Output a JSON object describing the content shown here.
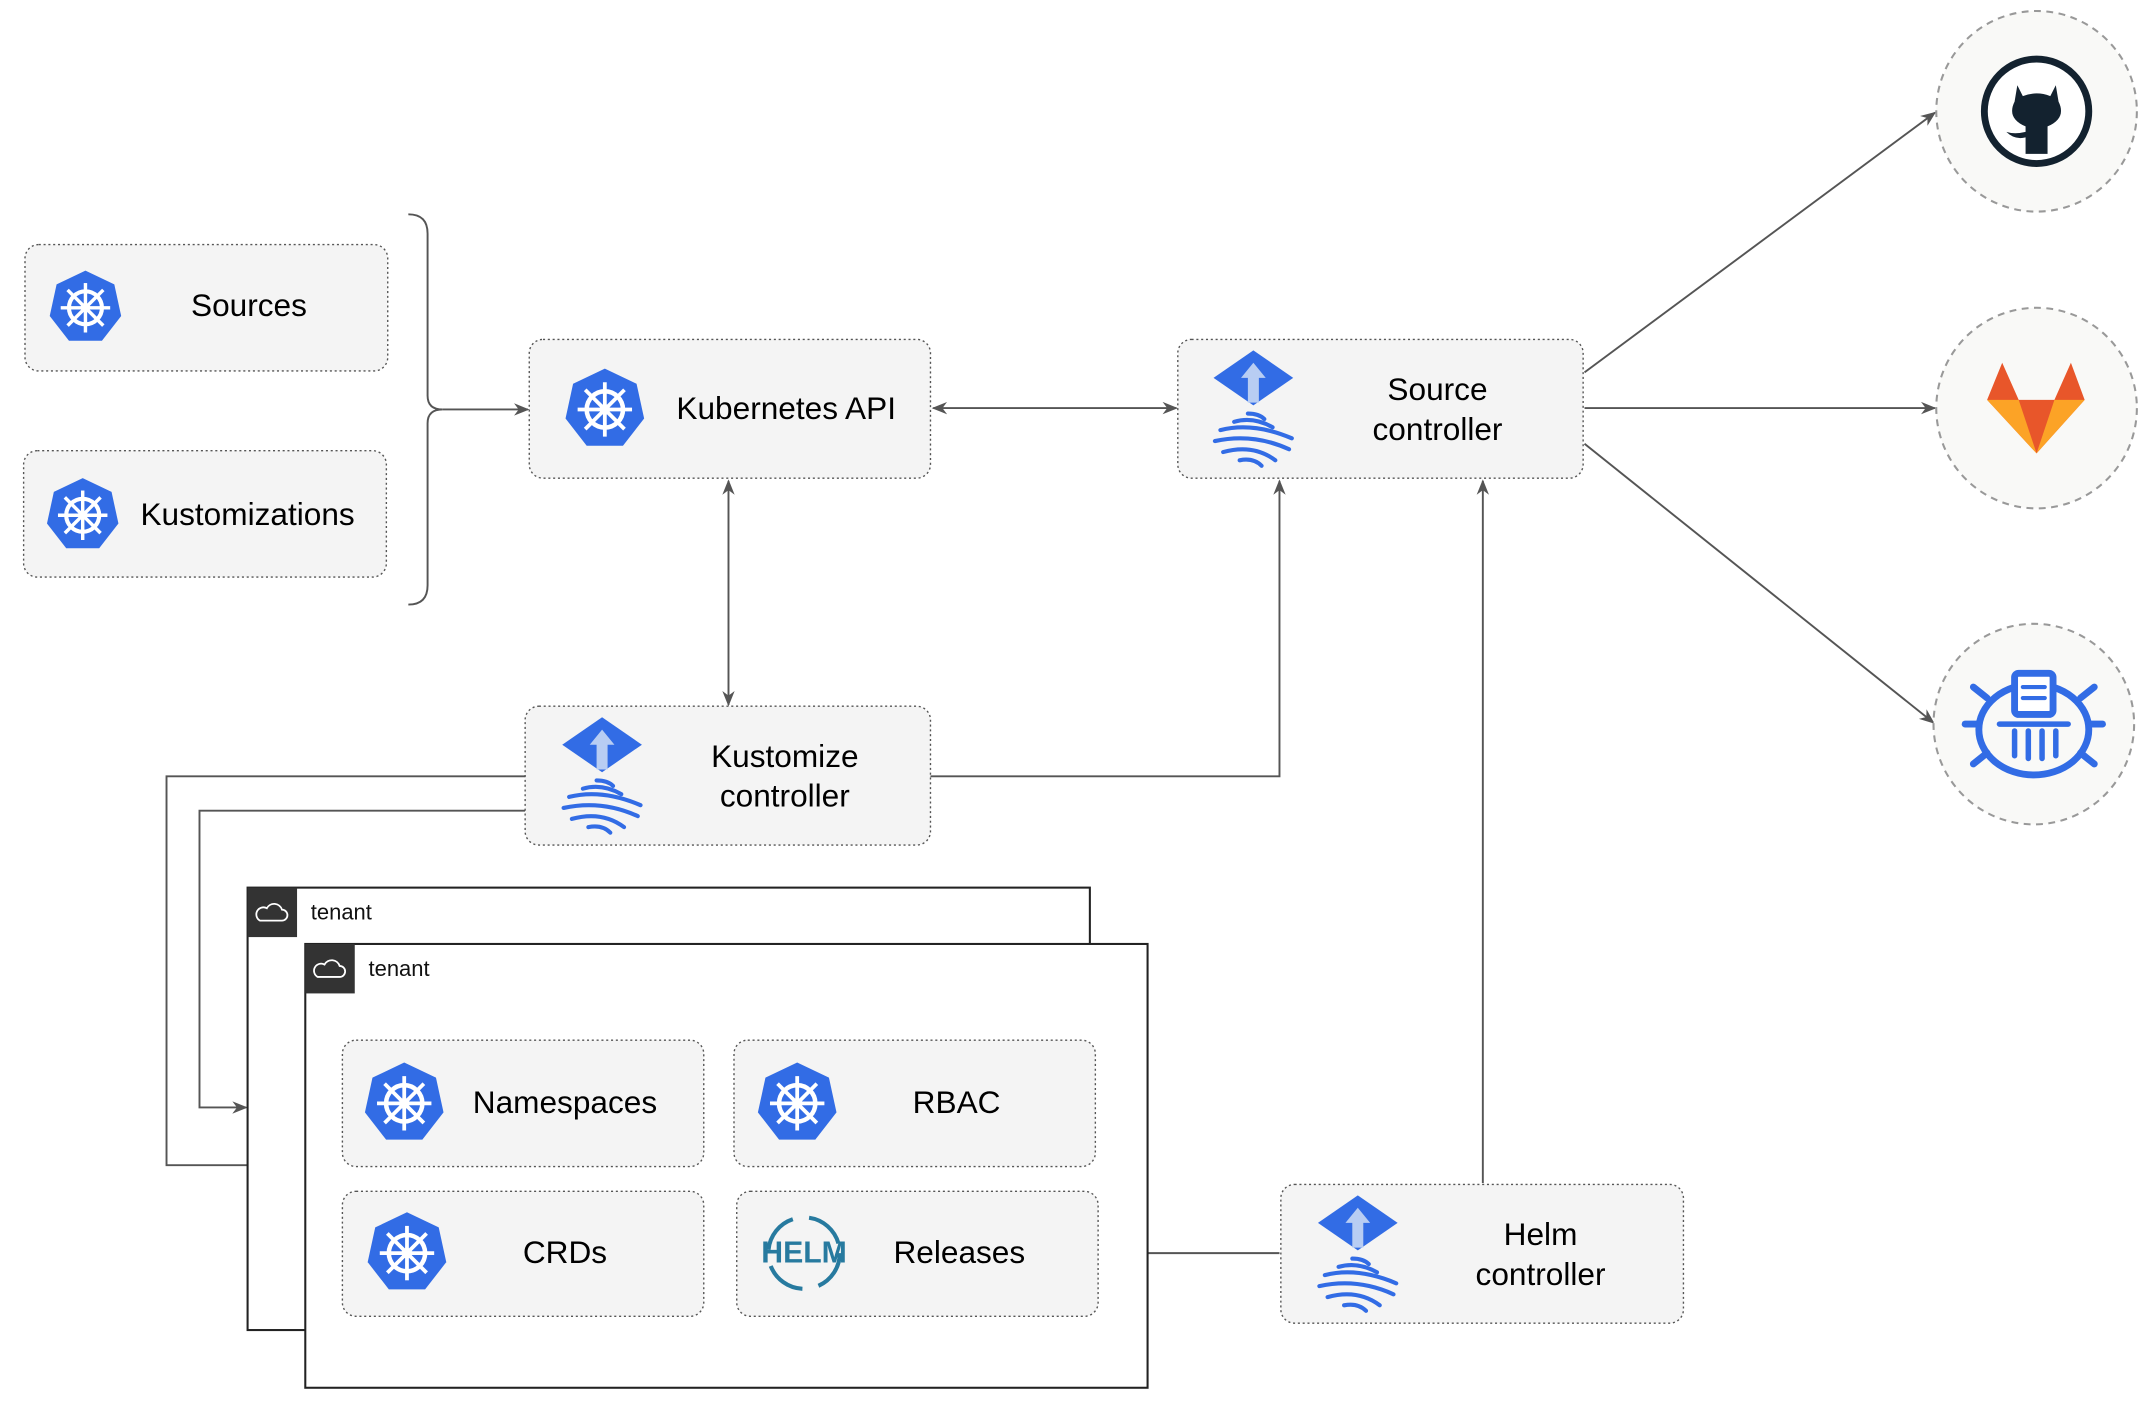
{
  "nodes": {
    "sources": "Sources",
    "kustomizations": "Kustomizations",
    "kubernetes_api": "Kubernetes API",
    "source_controller": [
      "Source",
      "controller"
    ],
    "kustomize_controller": [
      "Kustomize",
      "controller"
    ],
    "helm_controller": [
      "Helm",
      "controller"
    ],
    "namespaces": "Namespaces",
    "rbac": "RBAC",
    "crds": "CRDs",
    "releases": "Releases"
  },
  "tenants": [
    "tenant",
    "tenant"
  ],
  "helm_logo_text": "HELM",
  "external": [
    "github-icon",
    "gitlab-icon",
    "helm-repository-icon"
  ],
  "colors": {
    "k8s_blue": "#326ce5",
    "gitlab_orange": "#e8562a",
    "gitlab_yellow": "#fca326",
    "github_dark": "#13222f",
    "arrow": "#555555",
    "box_fill": "#f4f4f4"
  }
}
